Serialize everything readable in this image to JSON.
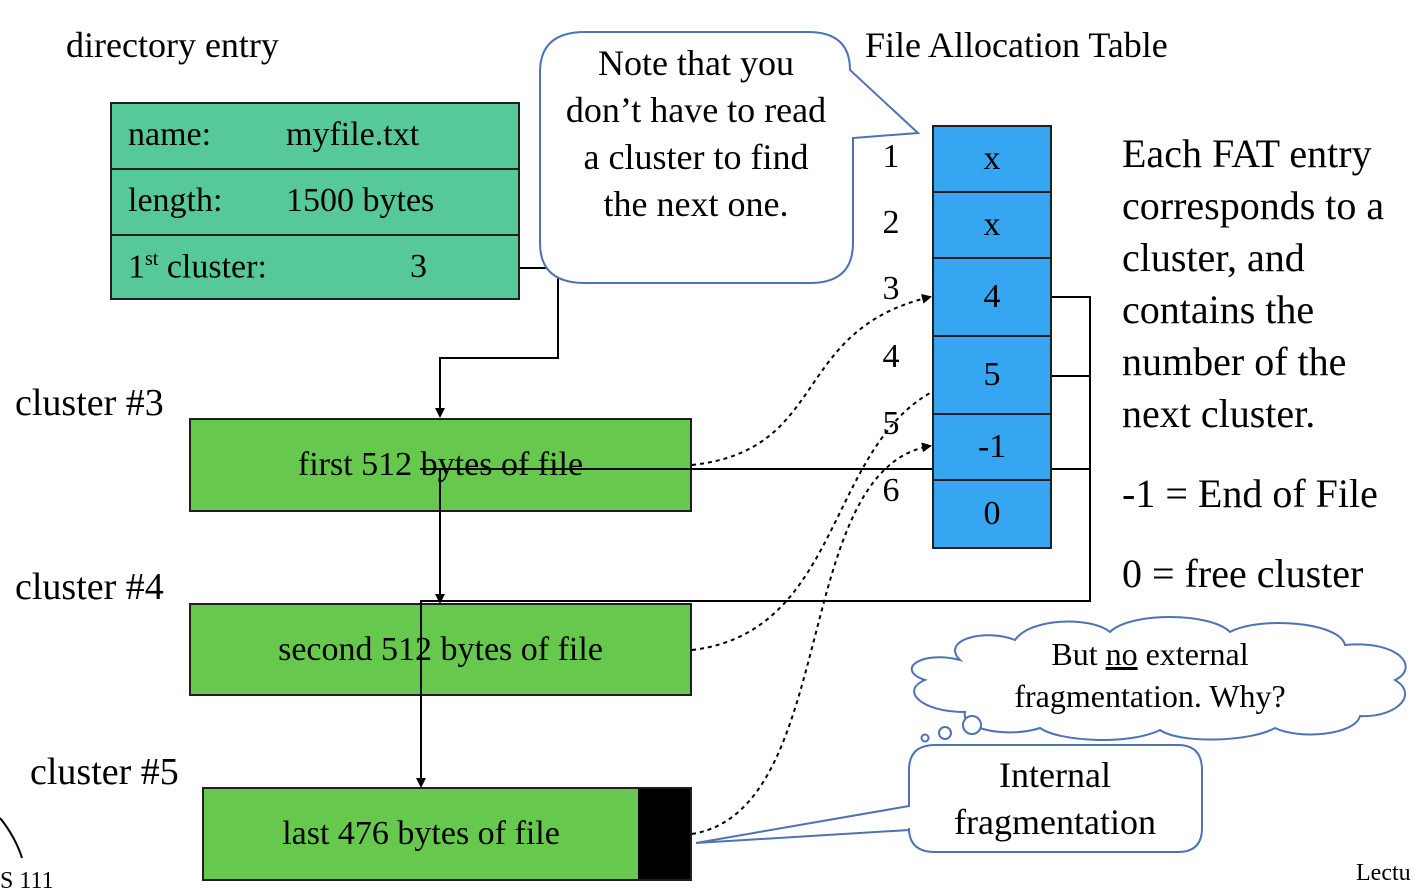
{
  "labels": {
    "directory_entry": "directory entry",
    "fat_title": "File Allocation Table"
  },
  "directory": {
    "name_key": "name:",
    "name_value": "myfile.txt",
    "length_key": "length:",
    "length_value": "1500 bytes",
    "cluster_key_prefix": "1",
    "cluster_key_sup": "st",
    "cluster_key_suffix": " cluster:",
    "cluster_value": "3"
  },
  "clusters": [
    {
      "label": "cluster #3",
      "content": "first 512 bytes of file"
    },
    {
      "label": "cluster #4",
      "content": "second 512 bytes of file"
    },
    {
      "label": "cluster #5",
      "content": "last 476 bytes of file"
    }
  ],
  "fat": {
    "indices": [
      "1",
      "2",
      "3",
      "4",
      "5",
      "6"
    ],
    "entries": [
      "x",
      "x",
      "4",
      "5",
      "-1",
      "0"
    ]
  },
  "note_callout": "Note that you don’t have to read a cluster to find the next one.",
  "explanation": "Each FAT entry corresponds to a cluster, and contains the number of the next cluster.",
  "legend": {
    "eof": "-1 = End of File",
    "free": "0 = free cluster"
  },
  "cloud": {
    "line1_pre": "But ",
    "line1_underlined": "no",
    "line1_post": " external",
    "line2": "fragmentation.  Why?"
  },
  "internal_callout": "Internal fragmentation",
  "footer": {
    "left": "S 111",
    "right": "Lectu"
  },
  "colors": {
    "directory_fill": "#57c999",
    "cluster_fill": "#66c94e",
    "fat_fill": "#36a6f3",
    "callout_stroke": "#4d73b3"
  }
}
